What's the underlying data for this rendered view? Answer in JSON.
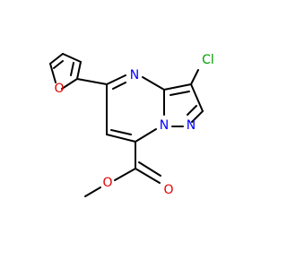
{
  "molecule": {
    "atoms": {
      "furan_oxygen": {
        "symbol": "O",
        "color": "#e00000"
      },
      "pyrimidine_nitrogen": {
        "symbol": "N",
        "color": "#0000ff"
      },
      "bridge_nitrogen": {
        "symbol": "N",
        "color": "#0000ff"
      },
      "pyrazole_nitrogen": {
        "symbol": "N",
        "color": "#0000ff"
      },
      "chlorine": {
        "symbol": "Cl",
        "color": "#00a000"
      },
      "carbonyl_oxygen": {
        "symbol": "O",
        "color": "#e00000"
      },
      "ester_oxygen": {
        "symbol": "O",
        "color": "#e00000"
      }
    },
    "bond_color": "#000000"
  }
}
